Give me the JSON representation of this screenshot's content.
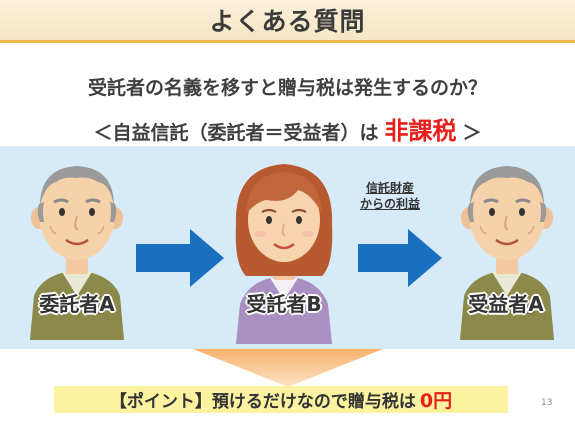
{
  "title": "よくある質問",
  "question": "受託者の名義を移すと贈与税は発生するのか？",
  "subline": {
    "prefix": "＜自益信託（委託者＝受益者）は",
    "highlight": "非課税",
    "suffix": "＞"
  },
  "diagram": {
    "person1_label": "委託者A",
    "person2_label": "受託者B",
    "person3_label": "受益者A",
    "trust_note_line1": "信託財産",
    "trust_note_line2": "からの利益"
  },
  "point": {
    "text": "【ポイント】預けるだけなので贈与税は",
    "highlight": "0円"
  },
  "page_number": "13",
  "colors": {
    "accent_red": "#e8201b",
    "band_blue": "#d6eaf7",
    "arrow_blue": "#1a6fc1",
    "title_orange": "#f0b44c",
    "point_yellow": "#fbf3a0"
  }
}
